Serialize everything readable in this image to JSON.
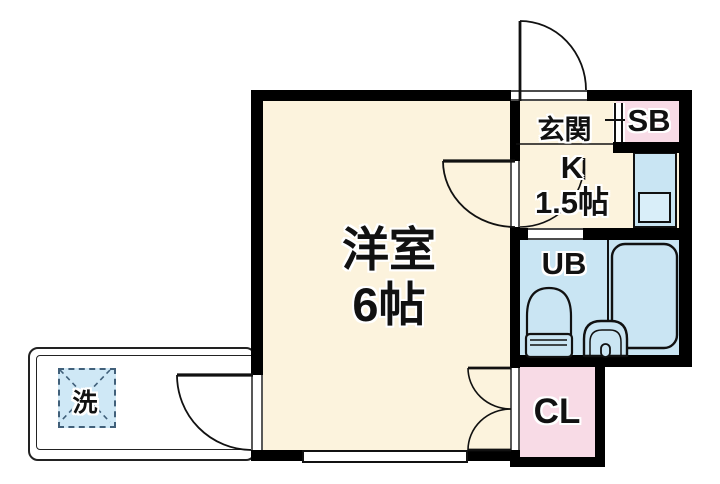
{
  "plan": {
    "type": "apartment-floor-plan",
    "rooms": {
      "living": {
        "label": "洋室",
        "size": "6帖",
        "color": "#fcf3dd"
      },
      "entrance": {
        "label": "玄関",
        "color": "#fcf3dd"
      },
      "shoe_box": {
        "label": "SB",
        "color": "#f8dbe6"
      },
      "kitchen": {
        "label": "K",
        "size": "1.5帖",
        "color": "#fcf3dd"
      },
      "unit_bath": {
        "label": "UB",
        "color": "#c9e5f3"
      },
      "closet": {
        "label": "CL",
        "color": "#f8dbe6"
      }
    },
    "fixtures": {
      "washer": {
        "label": "洗",
        "color": "#cfe8f6"
      },
      "toilet": "toilet",
      "bathtub": "bathtub",
      "washbasin": "washbasin",
      "kitchen_sink": "kitchen-sink"
    },
    "colors": {
      "wall": "#000000",
      "line": "#111111",
      "cream": "#fcf3dd",
      "pink": "#f8dbe6",
      "blue": "#c9e5f3",
      "sink_blue": "#d9eef9",
      "background": "#ffffff"
    }
  }
}
